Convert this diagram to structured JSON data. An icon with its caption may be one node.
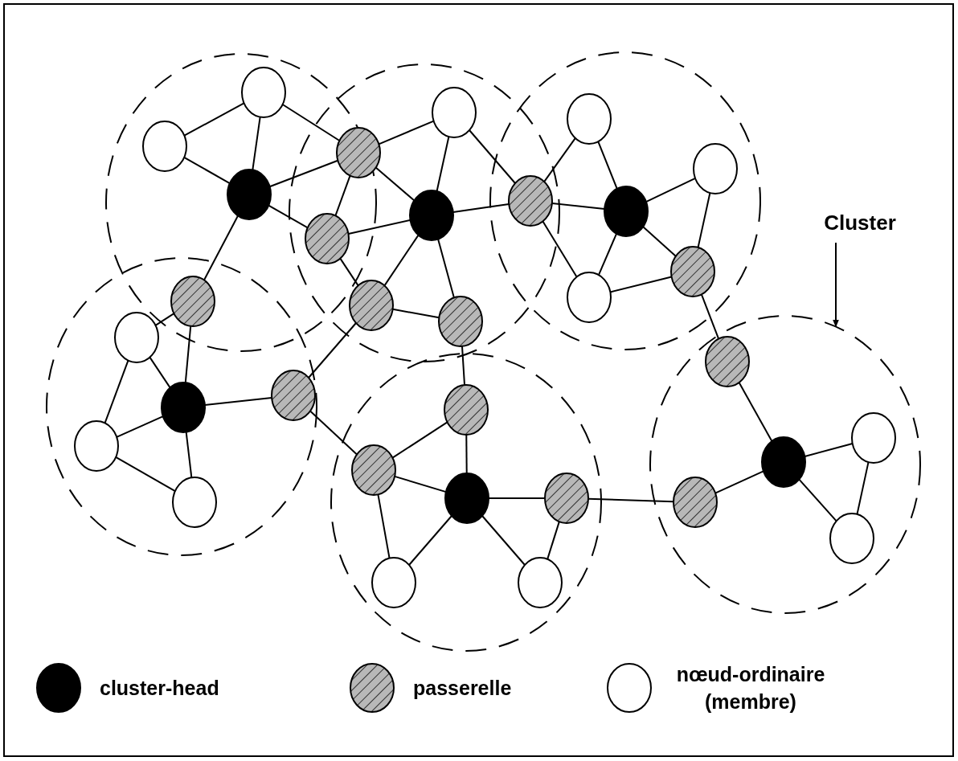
{
  "diagram": {
    "nodes": [
      {
        "text": [],
        "shape": "circle"
      },
      {
        "text": [],
        "shape": "circle"
      },
      {
        "text": [],
        "shape": "circle"
      },
      {
        "text": [],
        "shape": "circle"
      },
      {
        "text": [],
        "shape": "circle"
      },
      {
        "text": [],
        "shape": "circle"
      },
      {
        "text": [],
        "shape": "circle"
      },
      {
        "text": [],
        "shape": "circle"
      },
      {
        "text": [],
        "shape": "circle"
      },
      {
        "text": [],
        "shape": "circle"
      },
      {
        "text": [],
        "shape": "circle"
      },
      {
        "text": [],
        "shape": "circle"
      },
      {
        "text": [],
        "shape": "circle"
      },
      {
        "text": [],
        "shape": "circle"
      },
      {
        "text": [],
        "shape": "circle"
      },
      {
        "text": [
          "Cluster"
        ]
      },
      {
        "text": [],
        "shape": "circle"
      },
      {
        "text": [],
        "shape": "circle"
      },
      {
        "text": [],
        "shape": "circle"
      },
      {
        "text": [],
        "shape": "circle"
      },
      {
        "text": [],
        "shape": "circle"
      },
      {
        "text": [],
        "shape": "circle"
      },
      {
        "text": [],
        "shape": "circle"
      },
      {
        "text": [],
        "shape": "circle"
      },
      {
        "text": [],
        "shape": "circle"
      },
      {
        "text": [],
        "shape": "circle"
      },
      {
        "text": [],
        "shape": "circle"
      },
      {
        "text": [],
        "shape": "circle"
      },
      {
        "text": [],
        "shape": "circle"
      },
      {
        "text": [],
        "shape": "circle"
      },
      {
        "text": [],
        "shape": "circle"
      },
      {
        "text": [],
        "shape": "circle"
      },
      {
        "text": [],
        "shape": "circle"
      }
    ],
    "edges": [
      {
        "from": 0,
        "to": 1,
        "arrow": "none"
      },
      {
        "from": 0,
        "to": 2,
        "arrow": "none"
      },
      {
        "from": 1,
        "to": 2,
        "arrow": "none"
      },
      {
        "from": 1,
        "to": 3,
        "arrow": "none"
      },
      {
        "from": 2,
        "to": 3,
        "arrow": "none"
      },
      {
        "from": 2,
        "to": 6,
        "arrow": "none"
      },
      {
        "from": 2,
        "to": 16,
        "arrow": "none"
      },
      {
        "from": 3,
        "to": 4,
        "arrow": "none"
      },
      {
        "from": 3,
        "to": 6,
        "arrow": "none"
      },
      {
        "from": 3,
        "to": 5,
        "arrow": "none"
      },
      {
        "from": 4,
        "to": 5,
        "arrow": "none"
      },
      {
        "from": 4,
        "to": 10,
        "arrow": "none"
      },
      {
        "from": 6,
        "to": 5,
        "arrow": "none"
      },
      {
        "from": 6,
        "to": 7,
        "arrow": "none"
      },
      {
        "from": 7,
        "to": 5,
        "arrow": "none"
      },
      {
        "from": 5,
        "to": 8,
        "arrow": "none"
      },
      {
        "from": 7,
        "to": 8,
        "arrow": "none"
      },
      {
        "from": 5,
        "to": 10,
        "arrow": "none"
      },
      {
        "from": 8,
        "to": 22,
        "arrow": "none"
      },
      {
        "from": 7,
        "to": 21,
        "arrow": "none"
      },
      {
        "from": 10,
        "to": 9,
        "arrow": "none"
      },
      {
        "from": 10,
        "to": 11,
        "arrow": "none"
      },
      {
        "from": 10,
        "to": 13,
        "arrow": "none"
      },
      {
        "from": 9,
        "to": 11,
        "arrow": "none"
      },
      {
        "from": 11,
        "to": 12,
        "arrow": "none"
      },
      {
        "from": 11,
        "to": 13,
        "arrow": "none"
      },
      {
        "from": 11,
        "to": 14,
        "arrow": "none"
      },
      {
        "from": 12,
        "to": 14,
        "arrow": "none"
      },
      {
        "from": 13,
        "to": 14,
        "arrow": "none"
      },
      {
        "from": 14,
        "to": 28,
        "arrow": "none"
      },
      {
        "from": 15,
        "to": null,
        "arrow": "to"
      },
      {
        "from": 16,
        "to": 17,
        "arrow": "none"
      },
      {
        "from": 16,
        "to": 18,
        "arrow": "none"
      },
      {
        "from": 17,
        "to": 18,
        "arrow": "none"
      },
      {
        "from": 17,
        "to": 19,
        "arrow": "none"
      },
      {
        "from": 18,
        "to": 19,
        "arrow": "none"
      },
      {
        "from": 18,
        "to": 20,
        "arrow": "none"
      },
      {
        "from": 19,
        "to": 20,
        "arrow": "none"
      },
      {
        "from": 18,
        "to": 21,
        "arrow": "none"
      },
      {
        "from": 21,
        "to": 23,
        "arrow": "none"
      },
      {
        "from": 23,
        "to": 22,
        "arrow": "none"
      },
      {
        "from": 23,
        "to": 24,
        "arrow": "none"
      },
      {
        "from": 23,
        "to": 26,
        "arrow": "none"
      },
      {
        "from": 22,
        "to": 24,
        "arrow": "none"
      },
      {
        "from": 24,
        "to": 26,
        "arrow": "none"
      },
      {
        "from": 24,
        "to": 25,
        "arrow": "none"
      },
      {
        "from": 24,
        "to": 27,
        "arrow": "none"
      },
      {
        "from": 25,
        "to": 27,
        "arrow": "none"
      },
      {
        "from": 25,
        "to": 29,
        "arrow": "none"
      },
      {
        "from": 29,
        "to": 30,
        "arrow": "none"
      },
      {
        "from": 28,
        "to": 30,
        "arrow": "none"
      },
      {
        "from": 30,
        "to": 31,
        "arrow": "none"
      },
      {
        "from": 30,
        "to": 32,
        "arrow": "none"
      },
      {
        "from": 31,
        "to": 32,
        "arrow": "none"
      }
    ],
    "legend": [
      {
        "text": "cluster-head",
        "color": "#000000"
      },
      {
        "text": "passerelle"
      },
      {
        "text": "nœud-ordinaire (membre)",
        "color": "#ffffff"
      }
    ]
  }
}
